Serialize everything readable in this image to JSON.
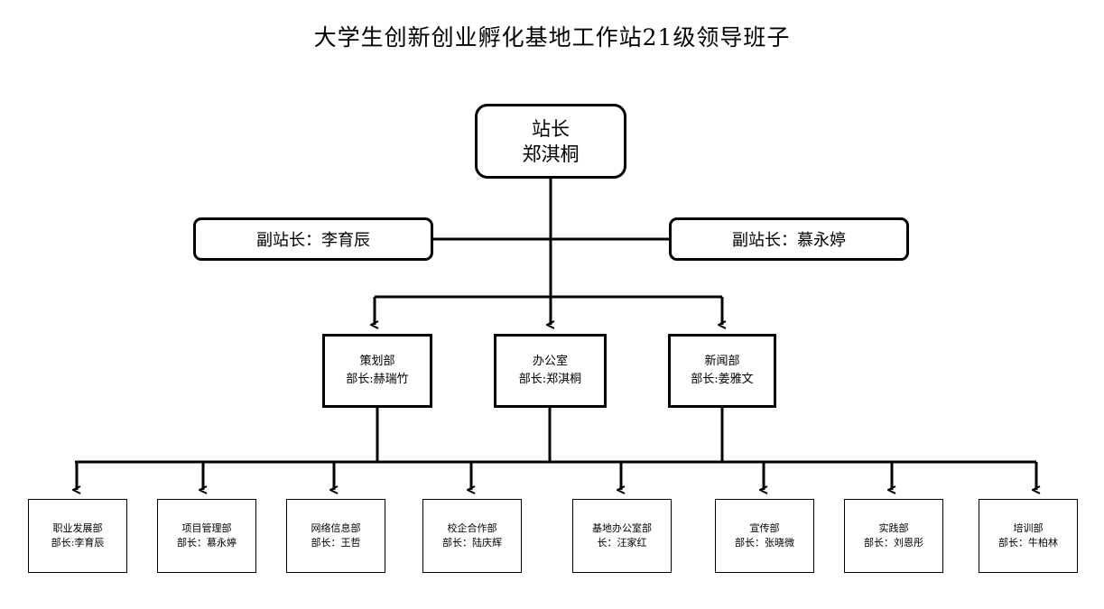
{
  "title": "大学生创新创业孵化基地工作站21级领导班子",
  "chief": {
    "role": "站长",
    "name": "郑淇桐"
  },
  "deputies": [
    {
      "label": "副站长：李育辰"
    },
    {
      "label": "副站长：慕永婷"
    }
  ],
  "departments": [
    {
      "name": "策划部",
      "head": "部长:赫瑞竹"
    },
    {
      "name": "办公室",
      "head": "部长:郑淇桐"
    },
    {
      "name": "新闻部",
      "head": "部长:姜雅文"
    }
  ],
  "sub_departments": [
    {
      "line1": "职业发展部",
      "line2": "部长:李育辰"
    },
    {
      "line1": "项目管理部",
      "line2": "部长：慕永婷"
    },
    {
      "line1": "网络信息部",
      "line2": "部长：王哲"
    },
    {
      "line1": "校企合作部",
      "line2": "部长：陆庆辉"
    },
    {
      "line1": "基地办公室部",
      "line2": "长：汪家红"
    },
    {
      "line1": "宣传部",
      "line2": "部长：张晓微"
    },
    {
      "line1": "实践部",
      "line2": "部长：刘恩彤"
    },
    {
      "line1": "培训部",
      "line2": "部长：牛柏林"
    }
  ]
}
